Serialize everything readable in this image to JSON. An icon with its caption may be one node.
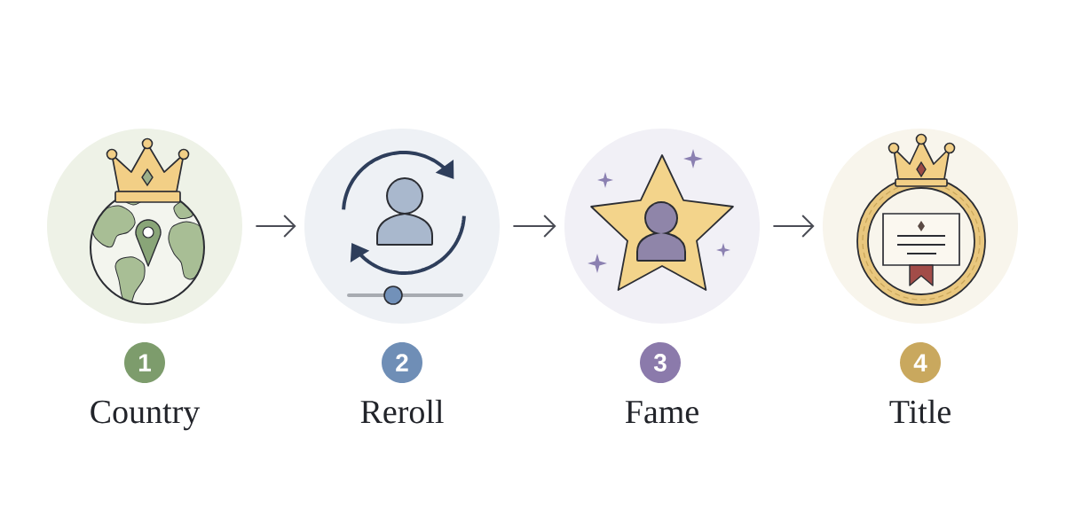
{
  "diagram": {
    "nodes": [
      {
        "text": [],
        "shape": "picture"
      },
      {
        "text": [
          "1"
        ],
        "beside": [
          "Country"
        ]
      },
      {
        "text": [],
        "shape": "picture"
      },
      {
        "text": [
          "2"
        ],
        "beside": [
          "Reroll"
        ]
      },
      {
        "text": [],
        "shape": "picture"
      },
      {
        "text": [
          "3"
        ],
        "beside": [
          "Fame"
        ]
      },
      {
        "text": [],
        "shape": "picture"
      },
      {
        "text": [
          "4"
        ],
        "beside": [
          "Title"
        ]
      }
    ],
    "edges": [
      {
        "from": 0,
        "to": 2,
        "arrow": "to"
      },
      {
        "from": 2,
        "to": 4,
        "arrow": "to"
      },
      {
        "from": 4,
        "to": 6,
        "arrow": "to"
      }
    ]
  }
}
